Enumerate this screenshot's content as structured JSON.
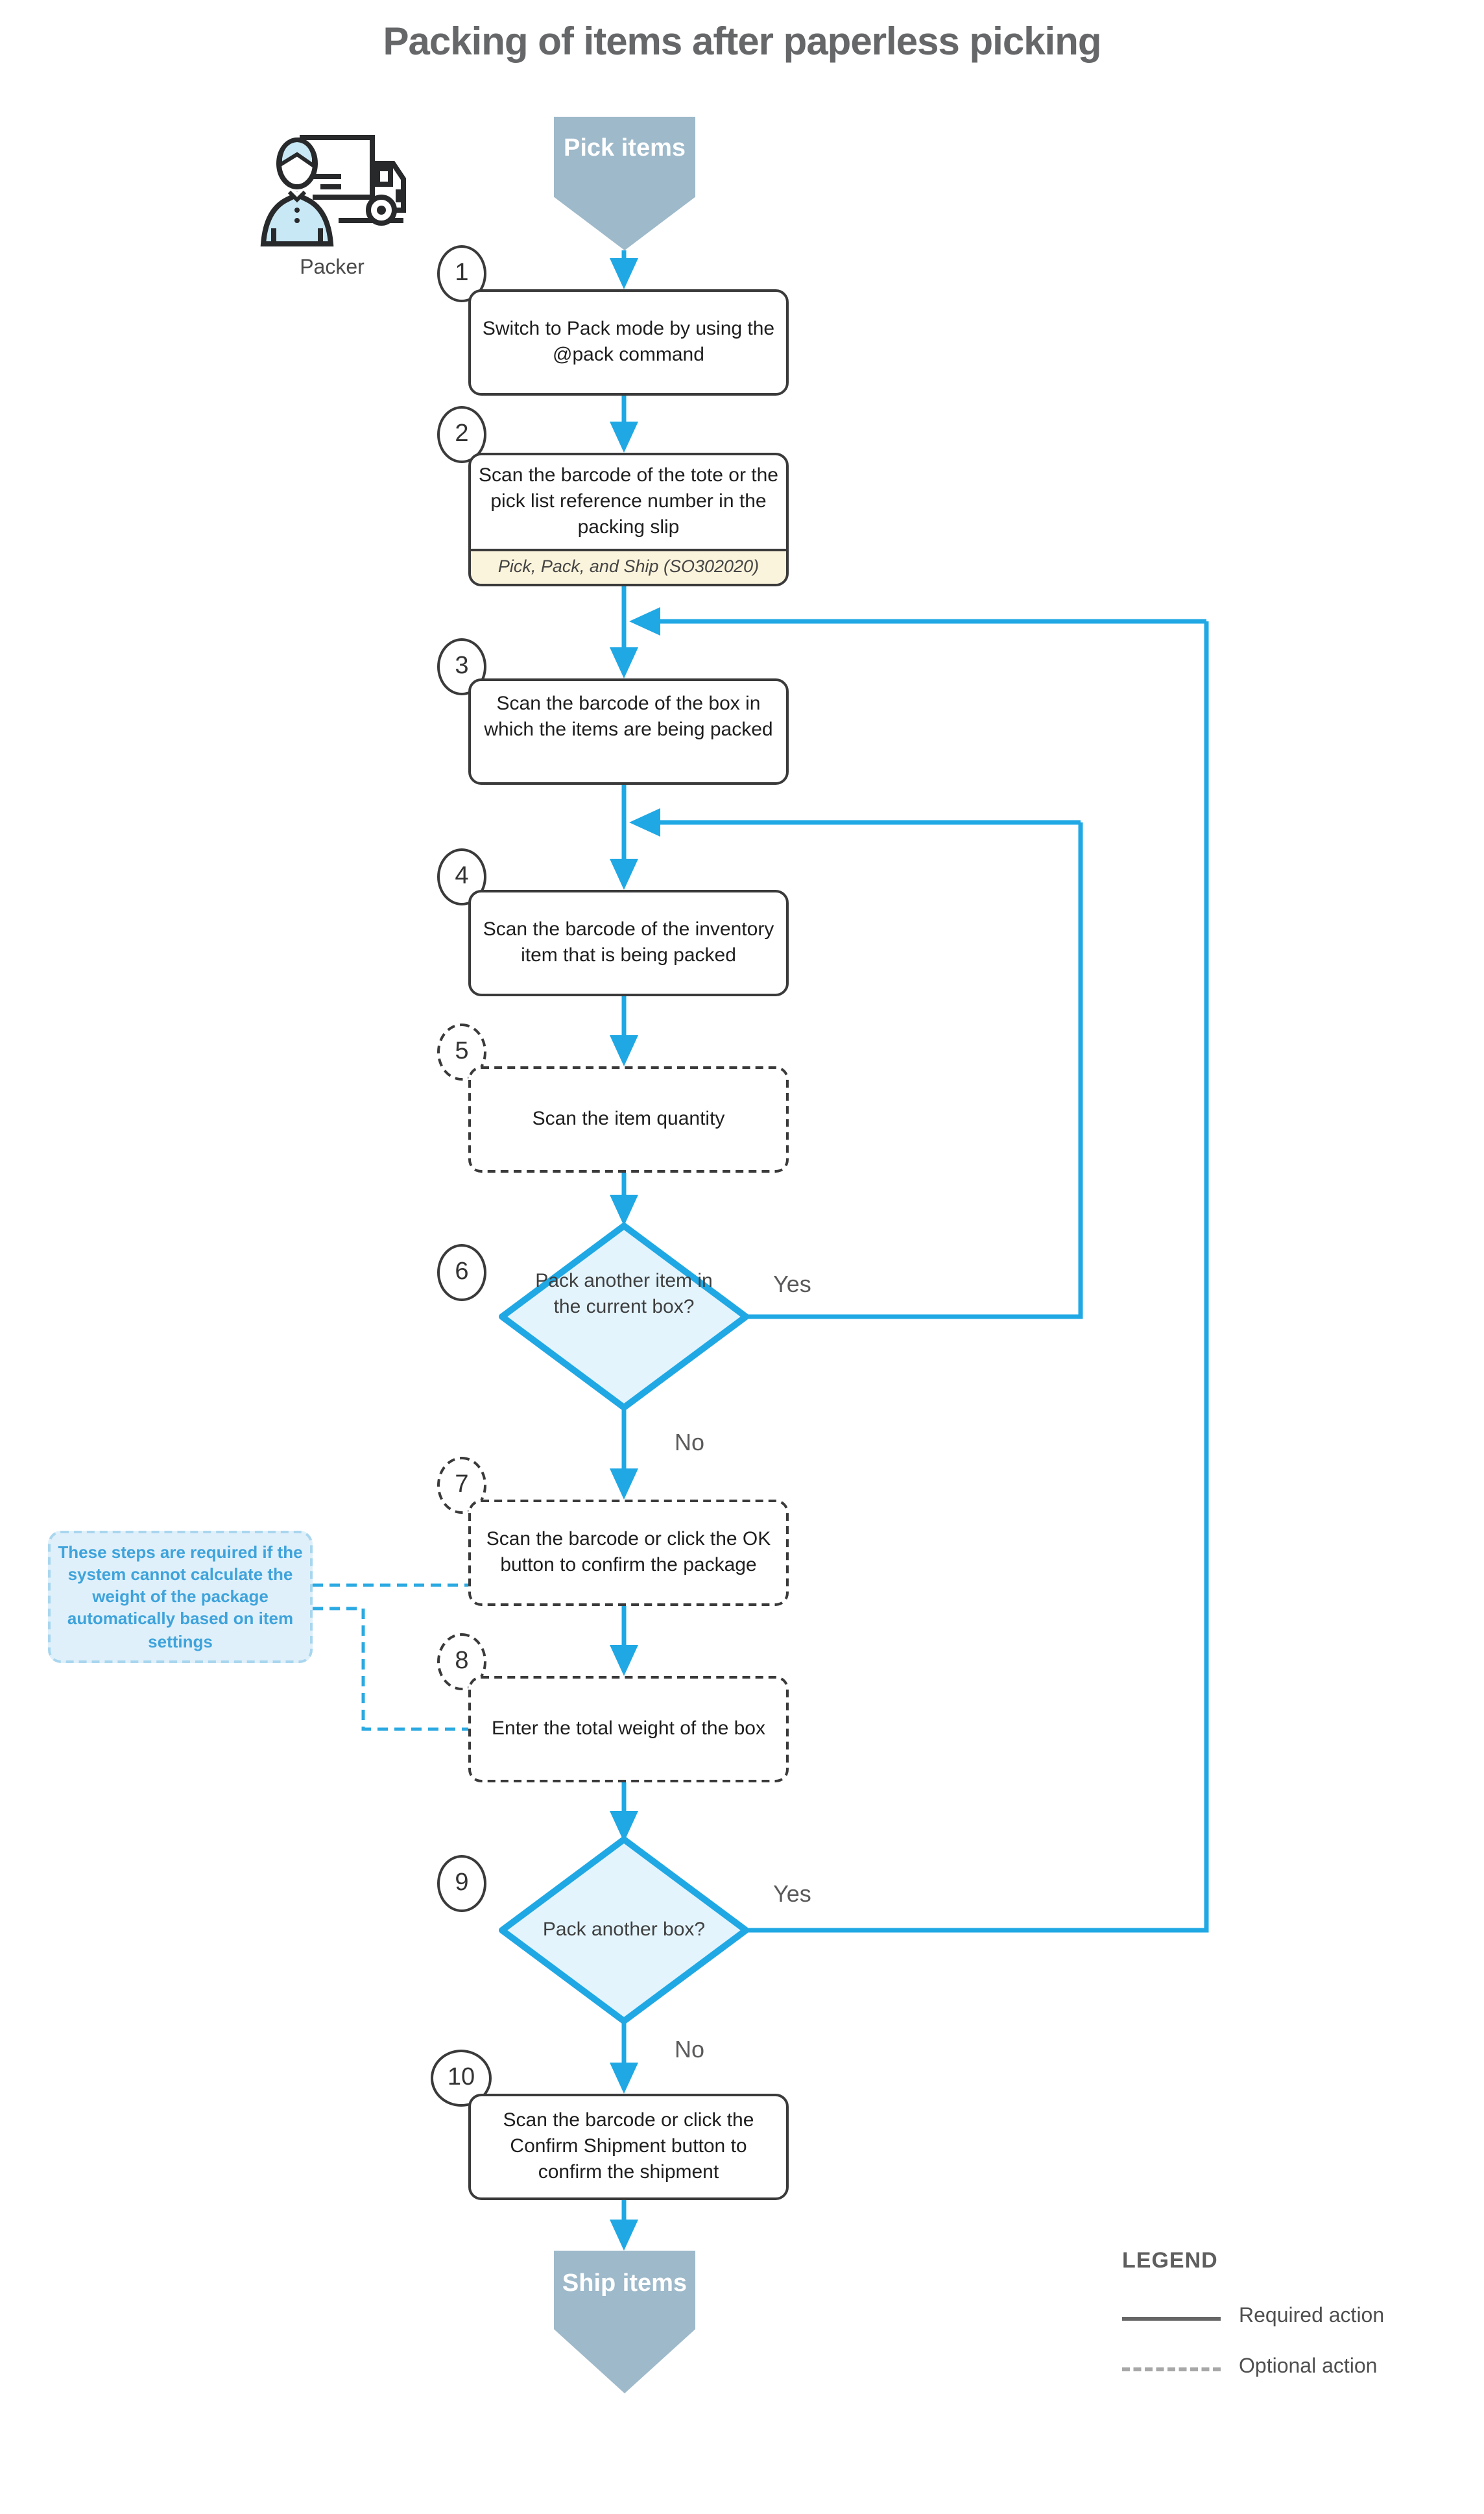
{
  "title": "Packing of items after paperless picking",
  "actor": {
    "label": "Packer",
    "icon": "packer-truck-icon"
  },
  "start": {
    "label": "Pick items"
  },
  "end": {
    "label": "Ship items"
  },
  "steps": [
    {
      "num": "1",
      "text": "Switch to Pack mode by using the @pack command",
      "optional": false
    },
    {
      "num": "2",
      "text": "Scan the barcode of the tote or the pick list reference number in the packing slip",
      "sublabel": "Pick, Pack, and Ship (SO302020)",
      "optional": false
    },
    {
      "num": "3",
      "text": "Scan the barcode of the box in which the items are being packed",
      "optional": false
    },
    {
      "num": "4",
      "text": "Scan the barcode of the inventory item that is being packed",
      "optional": false
    },
    {
      "num": "5",
      "text": "Scan the item quantity",
      "optional": true
    },
    {
      "num": "6",
      "text": "Pack another item in the current box?",
      "type": "decision",
      "yes_label": "Yes",
      "no_label": "No"
    },
    {
      "num": "7",
      "text": "Scan the barcode or click the OK button to confirm the package",
      "optional": true
    },
    {
      "num": "8",
      "text": "Enter the total weight of the box",
      "optional": true
    },
    {
      "num": "9",
      "text": "Pack another box?",
      "type": "decision",
      "yes_label": "Yes",
      "no_label": "No"
    },
    {
      "num": "10",
      "text": "Scan the barcode or click the Confirm Shipment button to confirm the shipment",
      "optional": false
    }
  ],
  "note": {
    "text": "These steps are required if the system cannot calculate the weight of the package automatically based on item settings"
  },
  "legend": {
    "title": "LEGEND",
    "items": [
      {
        "style": "solid",
        "label": "Required action"
      },
      {
        "style": "dashed",
        "label": "Optional action"
      }
    ]
  },
  "colors": {
    "flow_line": "#1FA8E4",
    "diamond_fill": "#E3F4FD",
    "terminator_fill": "#9DB9CA",
    "note_bg": "#DFF0FA",
    "note_border": "#A9D6EE",
    "note_text": "#3FA3DB",
    "sublabel_bg": "#FBF4DC",
    "shape_outline": "#3A3A3A",
    "title_gray": "#666769",
    "legend_solid": "#666666",
    "legend_dashed": "#A7A7A7"
  }
}
